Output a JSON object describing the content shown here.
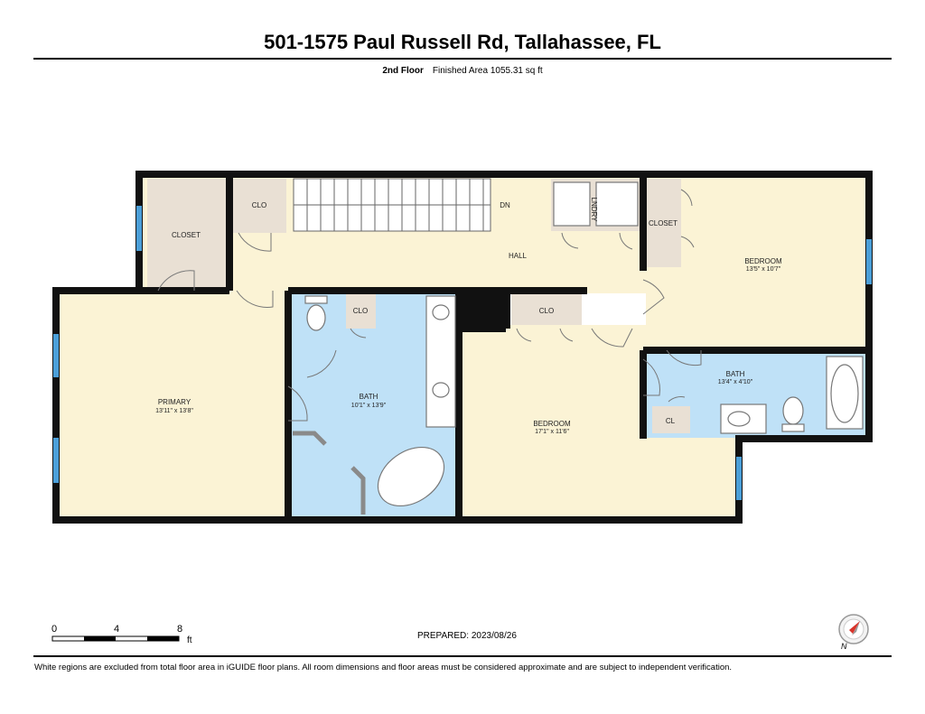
{
  "header": {
    "title": "501-1575 Paul Russell Rd, Tallahassee, FL",
    "floor": "2nd Floor",
    "finished_area": "Finished Area 1055.31 sq ft"
  },
  "rooms": {
    "closet_left": "CLOSET",
    "clo_top": "CLO",
    "stairs_dn": "DN",
    "laundry": "LNDRY",
    "closet_right": "CLOSET",
    "hall": "HALL",
    "bedroom_ne": {
      "name": "BEDROOM",
      "dims": "13'5\" x 10'7\""
    },
    "primary": {
      "name": "PRIMARY",
      "dims": "13'11\" x 13'8\""
    },
    "clo_bath": "CLO",
    "bath_primary": {
      "name": "BATH",
      "dims": "10'1\" x 13'9\""
    },
    "clo_mid": "CLO",
    "bedroom_se": {
      "name": "BEDROOM",
      "dims": "17'1\" x 11'6\""
    },
    "bath_east": {
      "name": "BATH",
      "dims": "13'4\" x 4'10\""
    },
    "cl": "CL"
  },
  "scale_bar": {
    "labels": [
      "0",
      "4",
      "8"
    ],
    "unit": "ft"
  },
  "prepared": "PREPARED: 2023/08/26",
  "compass": {
    "label": "N"
  },
  "footer": "White regions are excluded from total floor area in iGUIDE floor plans. All room dimensions and floor areas must be considered approximate and are subject to independent verification.",
  "colors": {
    "wall": "#111111",
    "room_fill": "#fbf3d5",
    "bath_fill": "#bfe1f7",
    "closet_fill": "#e9e0d4",
    "window": "#4b9fd8",
    "fixture": "#8a8a8a"
  }
}
